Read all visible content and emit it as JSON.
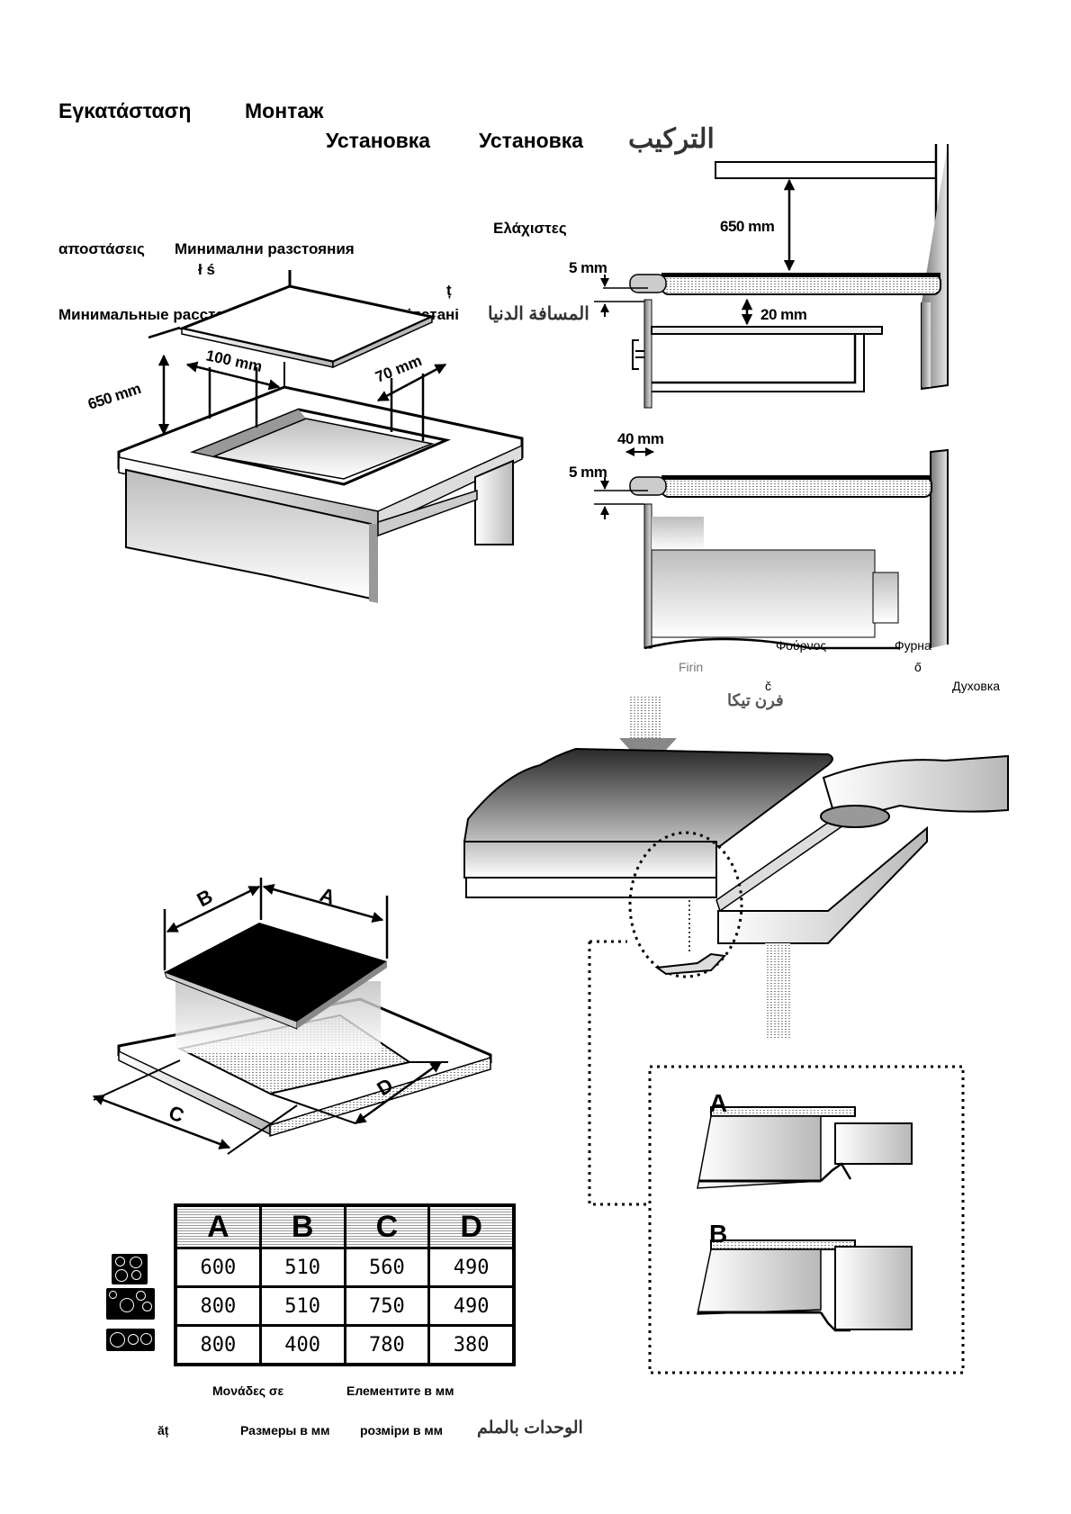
{
  "title": {
    "line1": [
      "Εγκατάσταση",
      "Монтаж"
    ],
    "line2": [
      "Установка",
      "Установка",
      "التركيب"
    ]
  },
  "min_distances": {
    "greek_part1": "Ελάχιστες",
    "greek_part2": "αποστάσεις",
    "bulgarian": "Минимални разстояния",
    "polish_fragment": "ł ś",
    "romanian_fragment": "ț",
    "russian": "Минимальные расстояния",
    "ukrainian": "мінімальні відстані",
    "arabic": "المسافة الدنيا"
  },
  "cabinet_diagram": {
    "dim_height": "650 mm",
    "dim_front": "100 mm",
    "dim_side": "70 mm"
  },
  "side_section_top": {
    "dim_hood": "650 mm",
    "dim_recess": "5 mm",
    "dim_gap": "20 mm"
  },
  "side_section_bottom": {
    "dim_edge": "40 mm",
    "dim_recess": "5 mm"
  },
  "oven_labels": {
    "greek": "Φούρνος",
    "bulgarian": "Фурна",
    "turkish": "Firin",
    "hungarian_fragment": "ő",
    "czech_fragment": "č",
    "russian": "Духовка",
    "arabic": "فرن تيكا"
  },
  "dimension_diagram": {
    "labels": [
      "A",
      "B",
      "C",
      "D"
    ]
  },
  "fixing_detail": {
    "label_a": "A",
    "label_b": "B"
  },
  "dimensions_table": {
    "headers": [
      "A",
      "B",
      "C",
      "D"
    ],
    "rows": [
      {
        "icon": "hob-4-zone-icon",
        "values": [
          "600",
          "510",
          "560",
          "490"
        ]
      },
      {
        "icon": "hob-5-zone-icon",
        "values": [
          "800",
          "510",
          "750",
          "490"
        ]
      },
      {
        "icon": "hob-linear-zone-icon",
        "values": [
          "800",
          "400",
          "780",
          "380"
        ]
      }
    ]
  },
  "units_note": {
    "greek": "Μονάδες σε",
    "bulgarian": "Елементите в мм",
    "romanian_fragment": "ăț",
    "russian": "Размеры в мм",
    "ukrainian": "розміри в мм",
    "arabic": "الوحدات بالملم"
  }
}
